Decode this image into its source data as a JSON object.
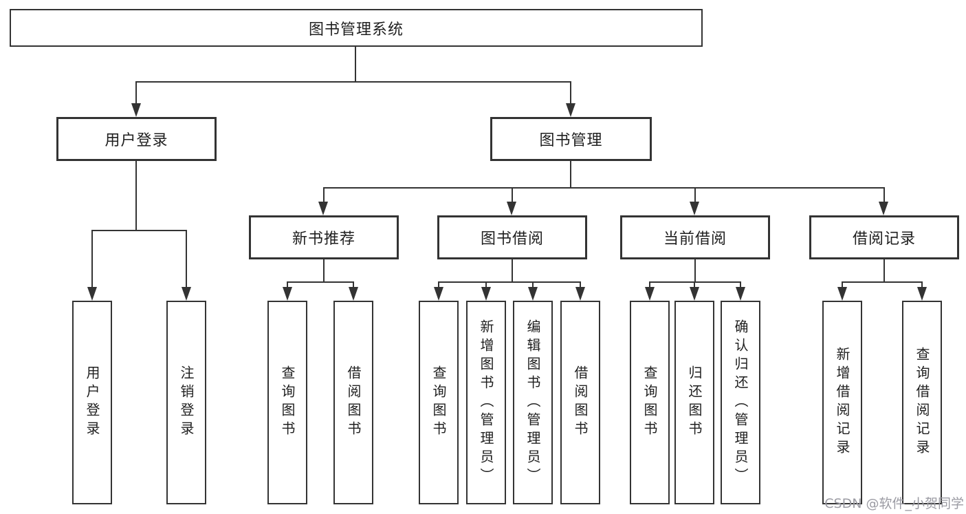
{
  "diagram": {
    "root_label": "图书管理系统",
    "branches": [
      {
        "label": "用户登录",
        "children": [
          "用户登录",
          "注销登录"
        ]
      },
      {
        "label": "图书管理",
        "children_groups": [
          {
            "label": "新书推荐",
            "children": [
              "查询图书",
              "借阅图书"
            ]
          },
          {
            "label": "图书借阅",
            "children": [
              "查询图书",
              "新增图书（管理员）",
              "编辑图书（管理员）",
              "借阅图书"
            ]
          },
          {
            "label": "当前借阅",
            "children": [
              "查询图书",
              "归还图书",
              "确认归还（管理员）"
            ]
          },
          {
            "label": "借阅记录",
            "children": [
              "新增借阅记录",
              "查询借阅记录"
            ]
          }
        ]
      }
    ]
  },
  "watermark": "CSDN @软件_小贺同学",
  "colors": {
    "line": "#333333",
    "text": "#1f1f1f",
    "bg": "#ffffff",
    "watermark": "#9b9ba3"
  }
}
